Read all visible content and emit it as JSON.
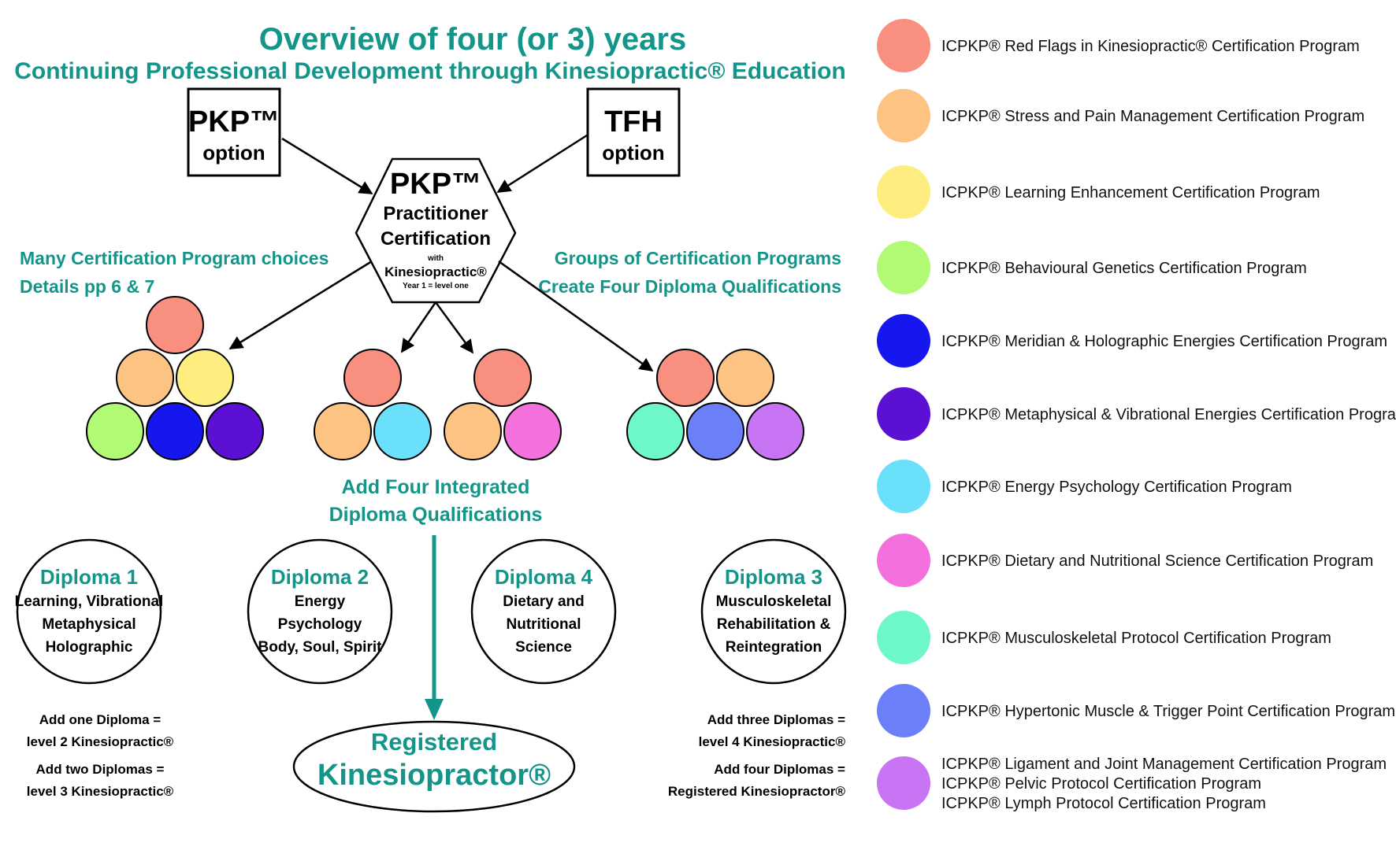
{
  "title": "Overview of four (or 3) years",
  "subtitle": "Continuing Professional Development through Kinesiopractic® Education",
  "options": {
    "pkp": {
      "main": "PKP™",
      "sub": "option"
    },
    "tfh": {
      "main": "TFH",
      "sub": "option"
    }
  },
  "hexagon": {
    "main": "PKP™",
    "line1": "Practitioner",
    "line2": "Certification",
    "small": "with",
    "brand": "Kinesiopractic®",
    "year": "Year 1 = level one"
  },
  "left_note": [
    "Many Certification Program choices",
    "Details pp 6 & 7"
  ],
  "right_note": [
    "Groups of Certification Programs",
    "Create Four Diploma Qualifications"
  ],
  "colors": {
    "red_flags": "#f98f7f",
    "stress_pain": "#fcc383",
    "learning": "#fdee7f",
    "behavioural": "#b1fa73",
    "meridian": "#1616ee",
    "metaphysical": "#5b10d4",
    "energy_psych": "#6ae0fa",
    "dietary": "#f470dc",
    "musculoskeletal": "#6ef7cb",
    "hypertonic": "#6b7ff8",
    "ligament": "#c775f4",
    "teal": "#14958a"
  },
  "integrated": [
    "Add Four Integrated",
    "Diploma Qualifications"
  ],
  "diplomas": [
    {
      "title": "Diploma 1",
      "lines": [
        "Learning, Vibrational",
        "Metaphysical",
        "Holographic"
      ]
    },
    {
      "title": "Diploma 2",
      "lines": [
        "Energy",
        "Psychology",
        "Body, Soul, Spirit"
      ]
    },
    {
      "title": "Diploma 4",
      "lines": [
        "Dietary and",
        "Nutritional",
        "Science"
      ]
    },
    {
      "title": "Diploma 3",
      "lines": [
        "Musculoskeletal",
        "Rehabilitation &",
        "Reintegration"
      ]
    }
  ],
  "levels_left": [
    "Add one Diploma =",
    "level 2 Kinesiopractic®",
    "Add two Diplomas =",
    "level 3 Kinesiopractic®"
  ],
  "levels_right": [
    "Add three Diplomas =",
    "level 4 Kinesiopractic®",
    "Add four Diplomas =",
    "Registered Kinesiopractor®"
  ],
  "registered": {
    "line1": "Registered",
    "line2": "Kinesiopractor®"
  },
  "legend": [
    {
      "color": "#f98f7f",
      "labels": [
        "ICPKP® Red Flags in Kinesiopractic® Certification Program"
      ]
    },
    {
      "color": "#fcc383",
      "labels": [
        "ICPKP® Stress and Pain Management Certification Program"
      ]
    },
    {
      "color": "#fdee7f",
      "labels": [
        "ICPKP® Learning Enhancement Certification Program"
      ]
    },
    {
      "color": "#b1fa73",
      "labels": [
        "ICPKP® Behavioural Genetics Certification Program"
      ]
    },
    {
      "color": "#1616ee",
      "labels": [
        "ICPKP® Meridian & Holographic Energies Certification Program"
      ]
    },
    {
      "color": "#5b10d4",
      "labels": [
        "ICPKP® Metaphysical & Vibrational Energies Certification Program"
      ]
    },
    {
      "color": "#6ae0fa",
      "labels": [
        "ICPKP® Energy Psychology Certification Program"
      ]
    },
    {
      "color": "#f470dc",
      "labels": [
        "ICPKP® Dietary and Nutritional Science Certification Program"
      ]
    },
    {
      "color": "#6ef7cb",
      "labels": [
        "ICPKP® Musculoskeletal Protocol Certification Program"
      ]
    },
    {
      "color": "#6b7ff8",
      "labels": [
        "ICPKP® Hypertonic Muscle & Trigger Point Certification Program"
      ]
    },
    {
      "color": "#c775f4",
      "labels": [
        "ICPKP® Ligament and Joint Management Certification Program",
        "ICPKP® Pelvic Protocol Certification Program",
        "ICPKP® Lymph Protocol Certification Program"
      ]
    }
  ]
}
